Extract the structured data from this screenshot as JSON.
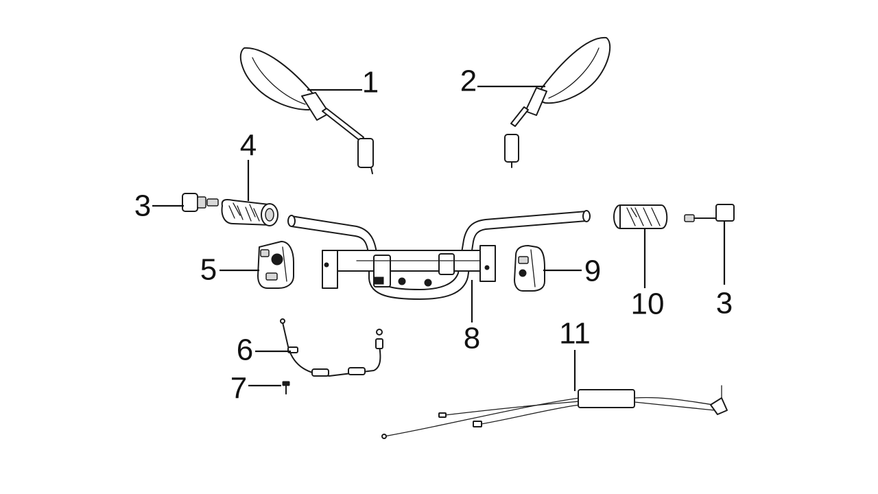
{
  "callouts": [
    {
      "id": "c1",
      "label": "1"
    },
    {
      "id": "c2",
      "label": "2"
    },
    {
      "id": "c3a",
      "label": "3"
    },
    {
      "id": "c3b",
      "label": "3"
    },
    {
      "id": "c4",
      "label": "4"
    },
    {
      "id": "c5",
      "label": "5"
    },
    {
      "id": "c6",
      "label": "6"
    },
    {
      "id": "c7",
      "label": "7"
    },
    {
      "id": "c8",
      "label": "8"
    },
    {
      "id": "c9",
      "label": "9"
    },
    {
      "id": "c10",
      "label": "10"
    },
    {
      "id": "c11",
      "label": "11"
    }
  ],
  "colors": {
    "line": "#1a1a1a",
    "background": "#ffffff"
  }
}
